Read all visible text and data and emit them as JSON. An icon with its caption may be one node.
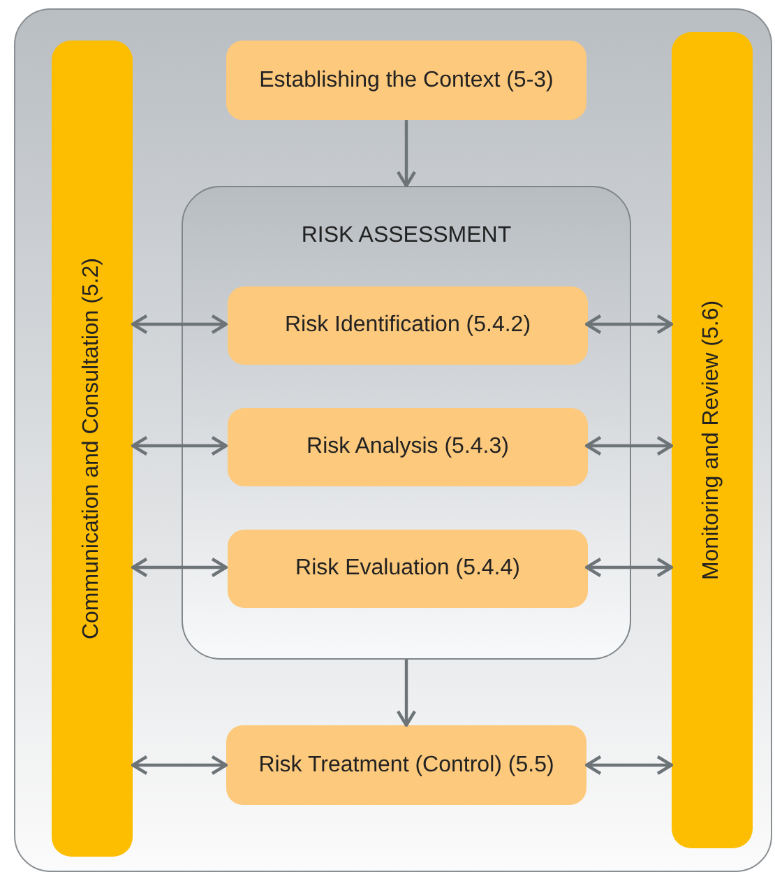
{
  "diagram": {
    "nodes": [
      {
        "text": [
          "Communication and Consultation (5.2)"
        ]
      },
      {
        "text": [
          "Establishing the Context (5-3)"
        ]
      },
      {
        "text": [
          "RISK ASSESSMENT"
        ]
      },
      {
        "text": [
          "Risk Identification (5.4.2)"
        ],
        "in": 2
      },
      {
        "text": [
          "Risk Analysis (5.4.3)"
        ],
        "in": 2
      },
      {
        "text": [
          "Risk Evaluation (5.4.4)"
        ],
        "in": 2
      },
      {
        "text": [
          "Risk Treatment (Control) (5.5)"
        ]
      },
      {
        "text": [
          "Monitoring and Review (5.6)"
        ]
      }
    ],
    "edges": [
      {
        "from": 1,
        "to": 2,
        "arrow": "to"
      },
      {
        "from": 2,
        "to": 6,
        "arrow": "to"
      },
      {
        "from": 0,
        "to": 3,
        "arrow": "both"
      },
      {
        "from": 0,
        "to": 4,
        "arrow": "both"
      },
      {
        "from": 0,
        "to": 5,
        "arrow": "both"
      },
      {
        "from": 0,
        "to": 6,
        "arrow": "both"
      },
      {
        "from": 3,
        "to": 7,
        "arrow": "both"
      },
      {
        "from": 4,
        "to": 7,
        "arrow": "both"
      },
      {
        "from": 5,
        "to": 7,
        "arrow": "both"
      },
      {
        "from": 6,
        "to": 7,
        "arrow": "both"
      }
    ]
  }
}
